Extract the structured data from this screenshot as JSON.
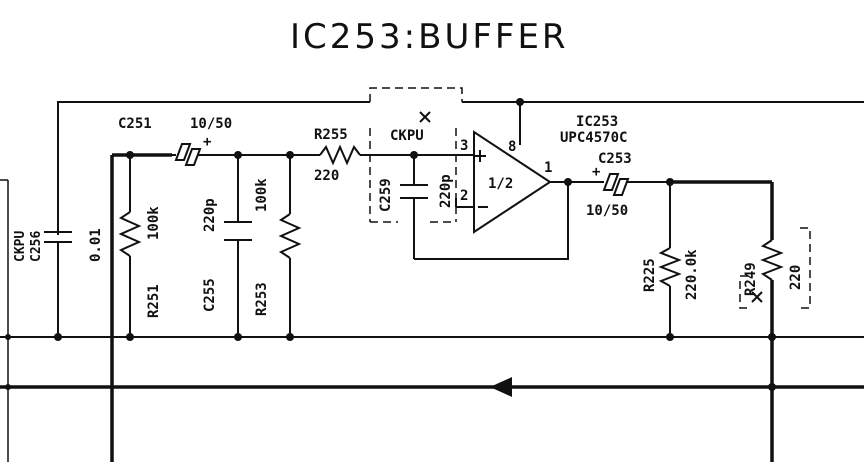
{
  "title": "IC253:BUFFER",
  "components": {
    "c256": {
      "ref": "C256",
      "tag": "CKPU",
      "value": "0.01"
    },
    "c251": {
      "ref": "C251",
      "value": "10/50"
    },
    "r251": {
      "ref": "R251",
      "value": "100k"
    },
    "c255": {
      "ref": "C255",
      "value": "220p"
    },
    "r253": {
      "ref": "R253",
      "value": "100k"
    },
    "r255": {
      "ref": "R255",
      "value": "220"
    },
    "c259": {
      "ref": "C259",
      "value": "220p"
    },
    "ckpu_box": {
      "label": "CKPU"
    },
    "ic253": {
      "ref": "IC253",
      "part": "UPC4570C",
      "unit": "1/2"
    },
    "pins": {
      "noninv": "3",
      "inv": "2",
      "out": "1",
      "vcc": "8"
    },
    "c253": {
      "ref": "C253",
      "value": "10/50"
    },
    "r225": {
      "ref": "R225",
      "value": "220.0k"
    },
    "r249": {
      "ref": "R249",
      "value": "220"
    },
    "polarity_mark": "+"
  }
}
